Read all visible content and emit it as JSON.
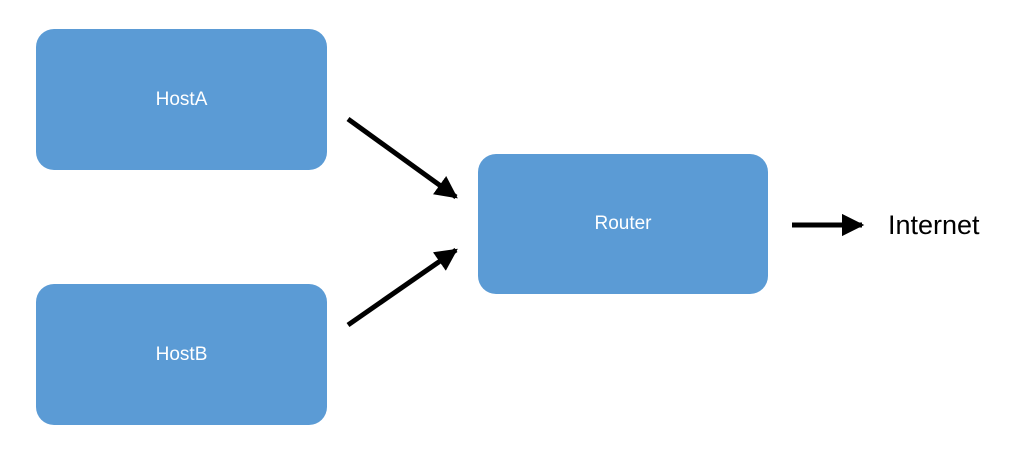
{
  "diagram": {
    "nodes": {
      "host_a": {
        "label": "HostA"
      },
      "host_b": {
        "label": "HostB"
      },
      "router": {
        "label": "Router"
      }
    },
    "external": {
      "label": "Internet"
    },
    "edges": [
      {
        "from": "HostA",
        "to": "Router"
      },
      {
        "from": "HostB",
        "to": "Router"
      },
      {
        "from": "Router",
        "to": "Internet"
      }
    ]
  },
  "colors": {
    "node_fill": "#5b9bd5",
    "node_text": "#ffffff",
    "arrow": "#000000"
  }
}
